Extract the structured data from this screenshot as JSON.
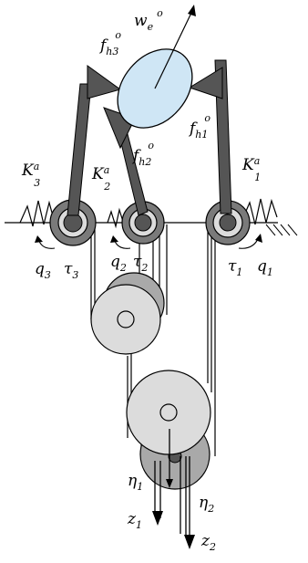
{
  "labels": {
    "w_e": {
      "base": "w",
      "sub": "e",
      "sup": "o"
    },
    "f_h3": {
      "base": "f",
      "sub": "h3",
      "sup": "o"
    },
    "f_h1": {
      "base": "f",
      "sub": "h1",
      "sup": "o"
    },
    "f_h2": {
      "base": "f",
      "sub": "h2",
      "sup": "o"
    },
    "K_3": {
      "base": "K",
      "sub": "3",
      "sup": "a"
    },
    "K_2": {
      "base": "K",
      "sub": "2",
      "sup": "a"
    },
    "K_1": {
      "base": "K",
      "sub": "1",
      "sup": "a"
    },
    "q_3": {
      "base": "q",
      "sub": "3"
    },
    "tau_3": {
      "base": "τ",
      "sub": "3"
    },
    "q_2": {
      "base": "q",
      "sub": "2"
    },
    "tau_2": {
      "base": "τ",
      "sub": "2"
    },
    "tau_1": {
      "base": "τ",
      "sub": "1"
    },
    "q_1": {
      "base": "q",
      "sub": "1"
    },
    "eta_1": {
      "base": "η",
      "sub": "1"
    },
    "eta_2": {
      "base": "η",
      "sub": "2"
    },
    "z_1": {
      "base": "z",
      "sub": "1"
    },
    "z_2": {
      "base": "z",
      "sub": "2"
    }
  },
  "colors": {
    "object_fill": "#cfe6f5",
    "pulley_dark": "#7a7a7a",
    "pulley_mid": "#a9a9a9",
    "pulley_light": "#dcdcdc",
    "finger": "#555555",
    "stroke": "#000000"
  }
}
